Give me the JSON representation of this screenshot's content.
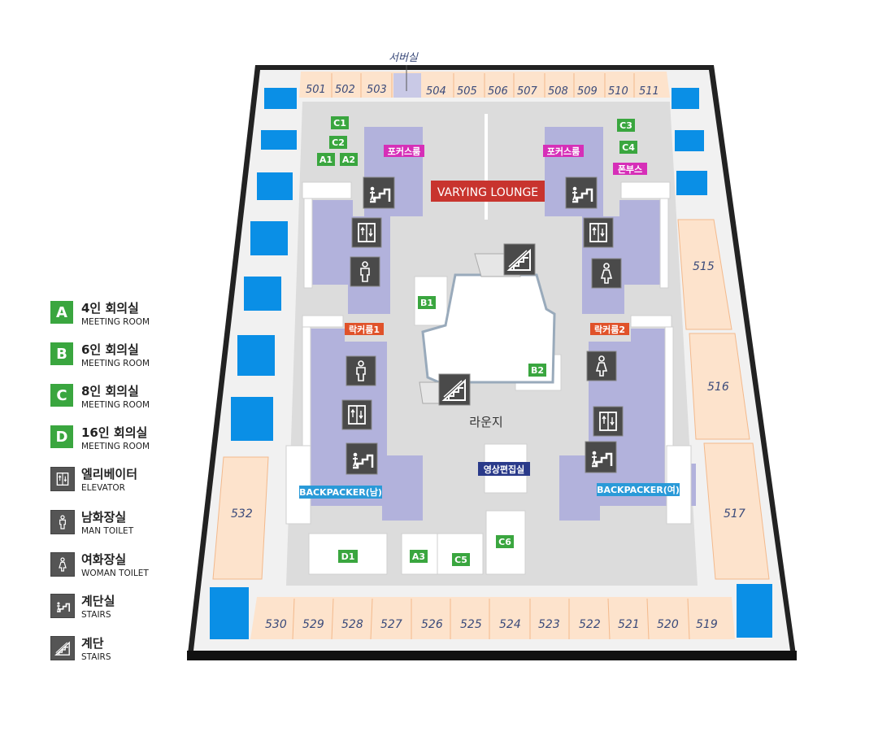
{
  "server_room": "서버실",
  "rooms_top": [
    "501",
    "502",
    "503",
    "504",
    "505",
    "506",
    "507",
    "508",
    "509",
    "510",
    "511"
  ],
  "rooms_bottom": [
    "530",
    "529",
    "528",
    "527",
    "526",
    "525",
    "524",
    "523",
    "522",
    "521",
    "520",
    "519"
  ],
  "rooms_right": [
    "515",
    "516",
    "517"
  ],
  "rooms_left": [
    "532"
  ],
  "lounge_banner": "VARYING LOUNGE",
  "lounge_label": "라운지",
  "focus_room_left": "포커스룸",
  "focus_room_right": "포커스룸",
  "phone_booth": "폰부스",
  "locker_room_1": "락커룸1",
  "locker_room_2": "락커룸2",
  "backpacker_male": "BACKPACKER(남)",
  "backpacker_female": "BACKPACKER(여)",
  "video_editing_room": "영상편집실",
  "meeting_rooms": {
    "C1": "C1",
    "C2": "C2",
    "A1": "A1",
    "A2": "A2",
    "C3": "C3",
    "C4": "C4",
    "B1": "B1",
    "B2": "B2",
    "D1": "D1",
    "A3": "A3",
    "C5": "C5",
    "C6": "C6"
  },
  "colors": {
    "green": "#3aa63f",
    "magenta": "#d62fb8",
    "orange": "#e0522a",
    "blue_tag": "#2a9ad8",
    "navy_tag": "#2a3a8a",
    "banner_red": "#c8342e",
    "window_blue": "#0a8fe6",
    "office_peach": "#fde3cc",
    "corridor_purple": "#a9a9d8",
    "floor_gray": "#d6d6d6",
    "icon_dark": "#4a4a4a"
  },
  "map_icons": [
    "stairs-icon",
    "elevator-icon",
    "man-toilet-icon",
    "woman-toilet-icon",
    "staircase-icon"
  ],
  "legend": [
    {
      "icon": "A",
      "icon_type": "letter",
      "title": "4인 회의실",
      "sub": "MEETING ROOM"
    },
    {
      "icon": "B",
      "icon_type": "letter",
      "title": "6인 회의실",
      "sub": "MEETING ROOM"
    },
    {
      "icon": "C",
      "icon_type": "letter",
      "title": "8인 회의실",
      "sub": "MEETING ROOM"
    },
    {
      "icon": "D",
      "icon_type": "letter",
      "title": "16인 회의실",
      "sub": "MEETING ROOM"
    },
    {
      "icon": "elevator-icon",
      "icon_type": "symbol",
      "title": "엘리베이터",
      "sub": "ELEVATOR"
    },
    {
      "icon": "man-toilet-icon",
      "icon_type": "symbol",
      "title": "남화장실",
      "sub": "MAN TOILET"
    },
    {
      "icon": "woman-toilet-icon",
      "icon_type": "symbol",
      "title": "여화장실",
      "sub": "WOMAN TOILET"
    },
    {
      "icon": "stairs-icon",
      "icon_type": "symbol",
      "title": "계단실",
      "sub": "STAIRS"
    },
    {
      "icon": "staircase-icon",
      "icon_type": "symbol",
      "title": "계단",
      "sub": "STAIRS"
    }
  ]
}
